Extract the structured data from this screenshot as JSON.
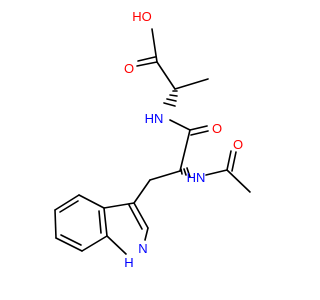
{
  "colors": {
    "background": "#ffffff",
    "bond": "#000000",
    "oxygen": "#ff0000",
    "nitrogen": "#0000ff"
  },
  "atoms": {
    "acid_oh": "HO",
    "acid_carbonyl_o": "O",
    "amide_nh_upper": "HN",
    "amide_o_upper": "O",
    "amide_o_acetyl": "O",
    "amide_nh_lower": "HN",
    "indole_n": "N",
    "indole_h": "H"
  }
}
